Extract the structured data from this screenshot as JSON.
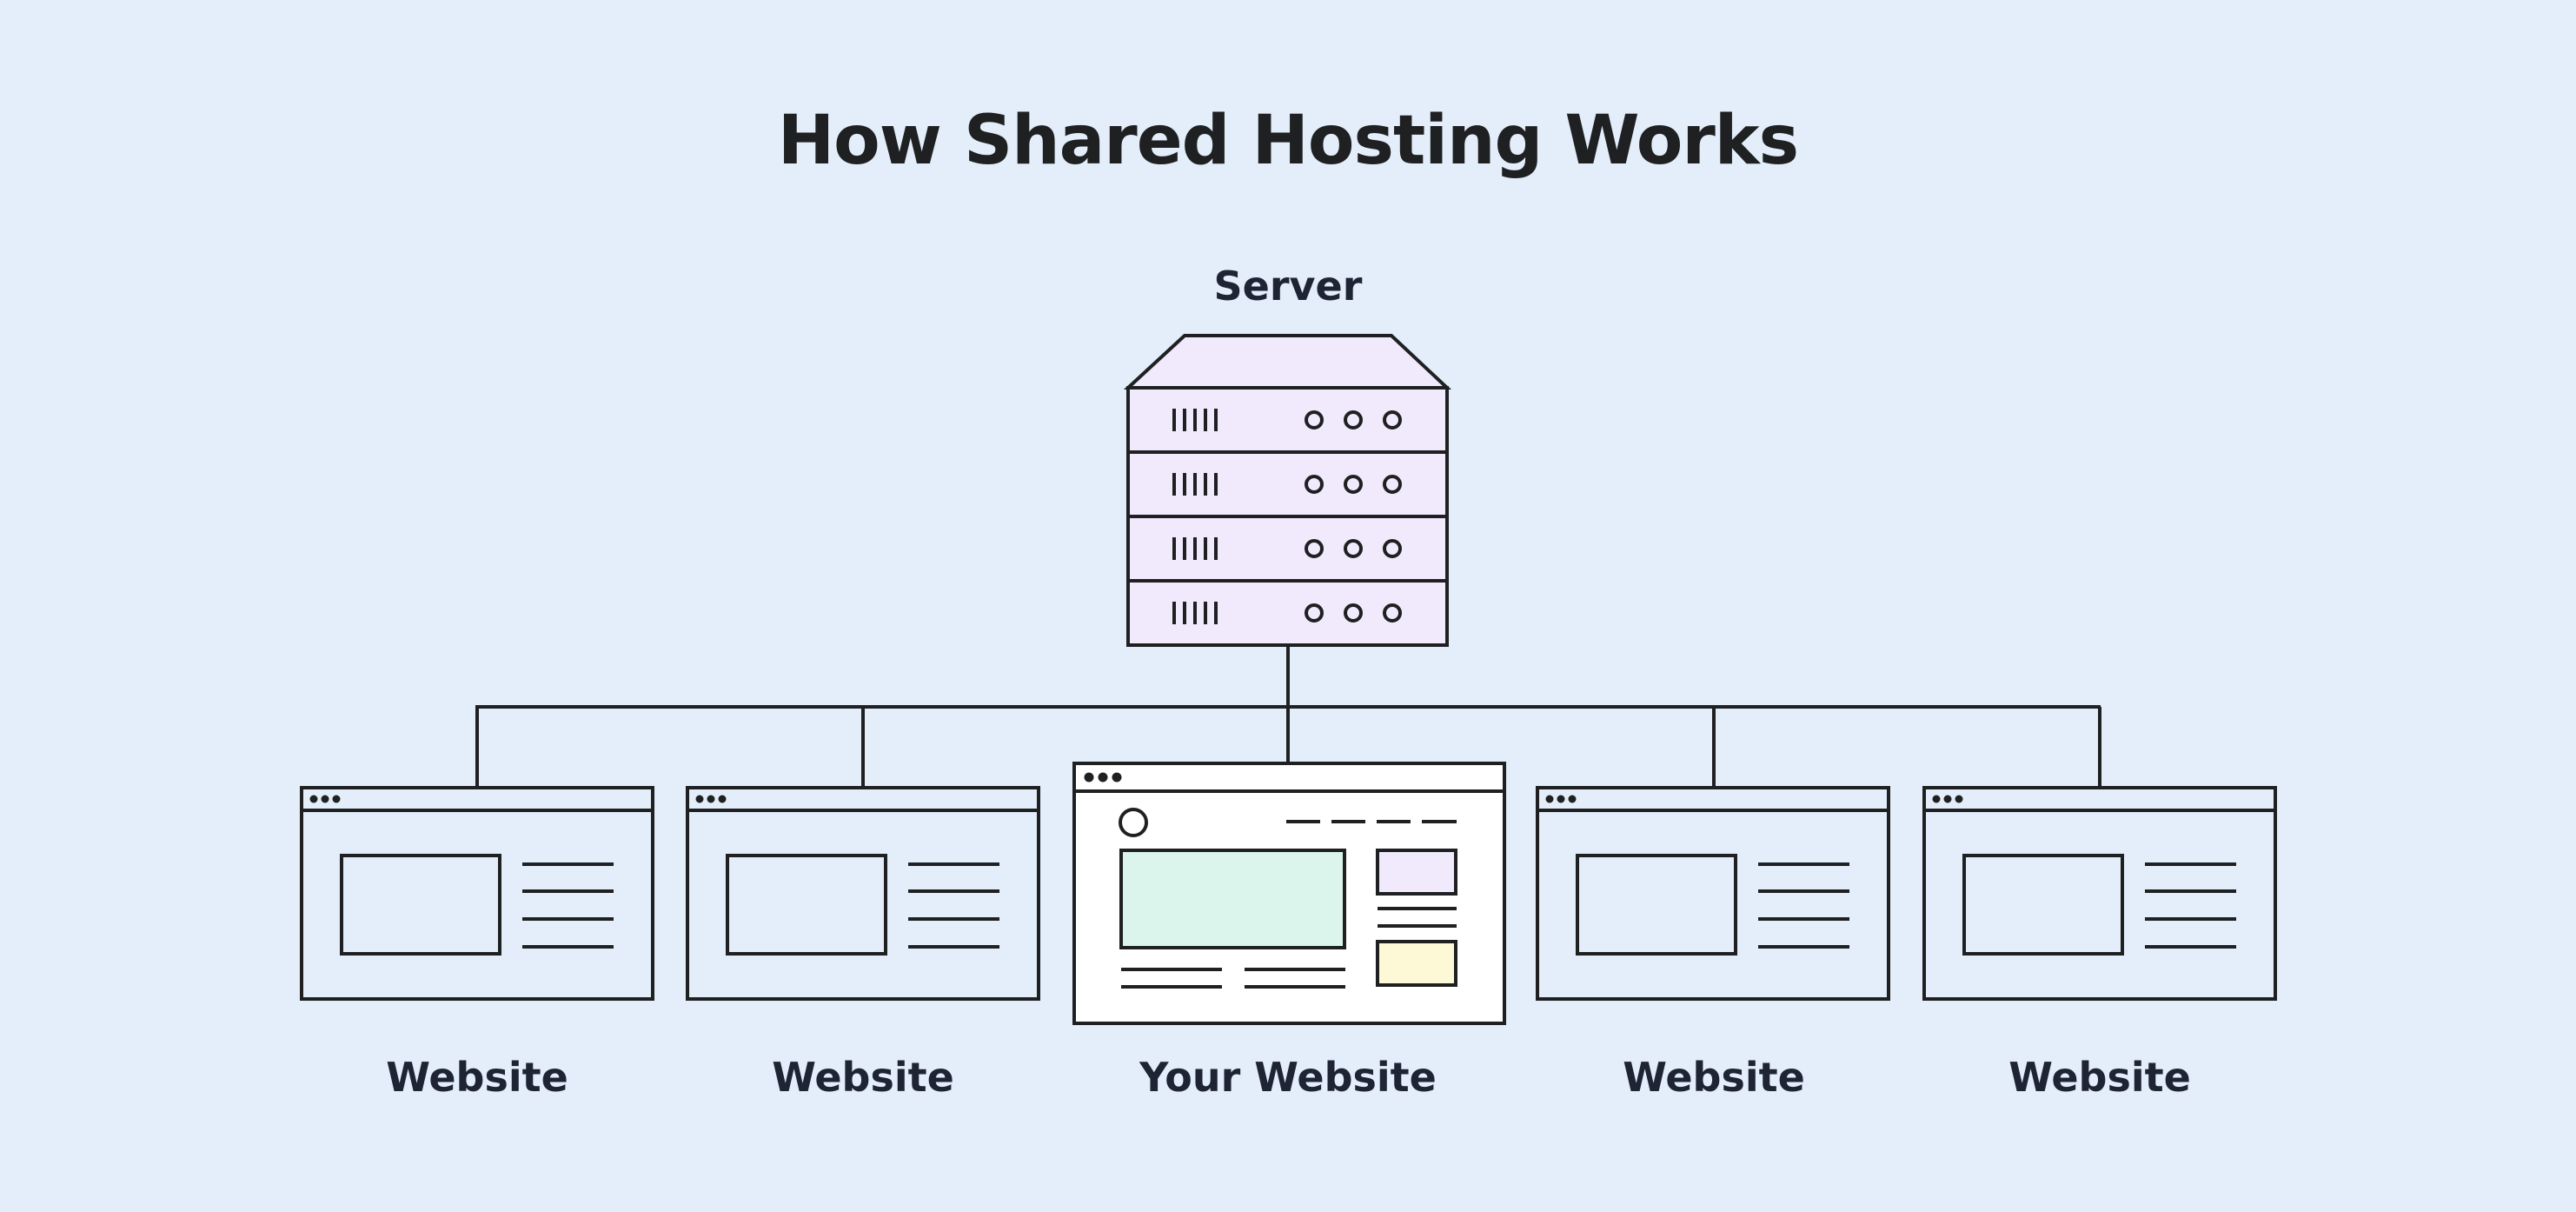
{
  "diagram": {
    "title": "How Shared Hosting Works",
    "server_label": "Server",
    "websites": [
      {
        "label": "Website",
        "highlighted": false
      },
      {
        "label": "Website",
        "highlighted": false
      },
      {
        "label": "Your Website",
        "highlighted": true
      },
      {
        "label": "Website",
        "highlighted": false
      },
      {
        "label": "Website",
        "highlighted": false
      }
    ]
  },
  "colors": {
    "background": "#e3eefa",
    "stroke": "#1f2022",
    "server_fill": "#f0eafc",
    "your_site_fill": "#ffffff",
    "hero_block": "#dbf5ec",
    "side_block_top": "#f0eafc",
    "side_block_bottom": "#fdf8d6"
  }
}
